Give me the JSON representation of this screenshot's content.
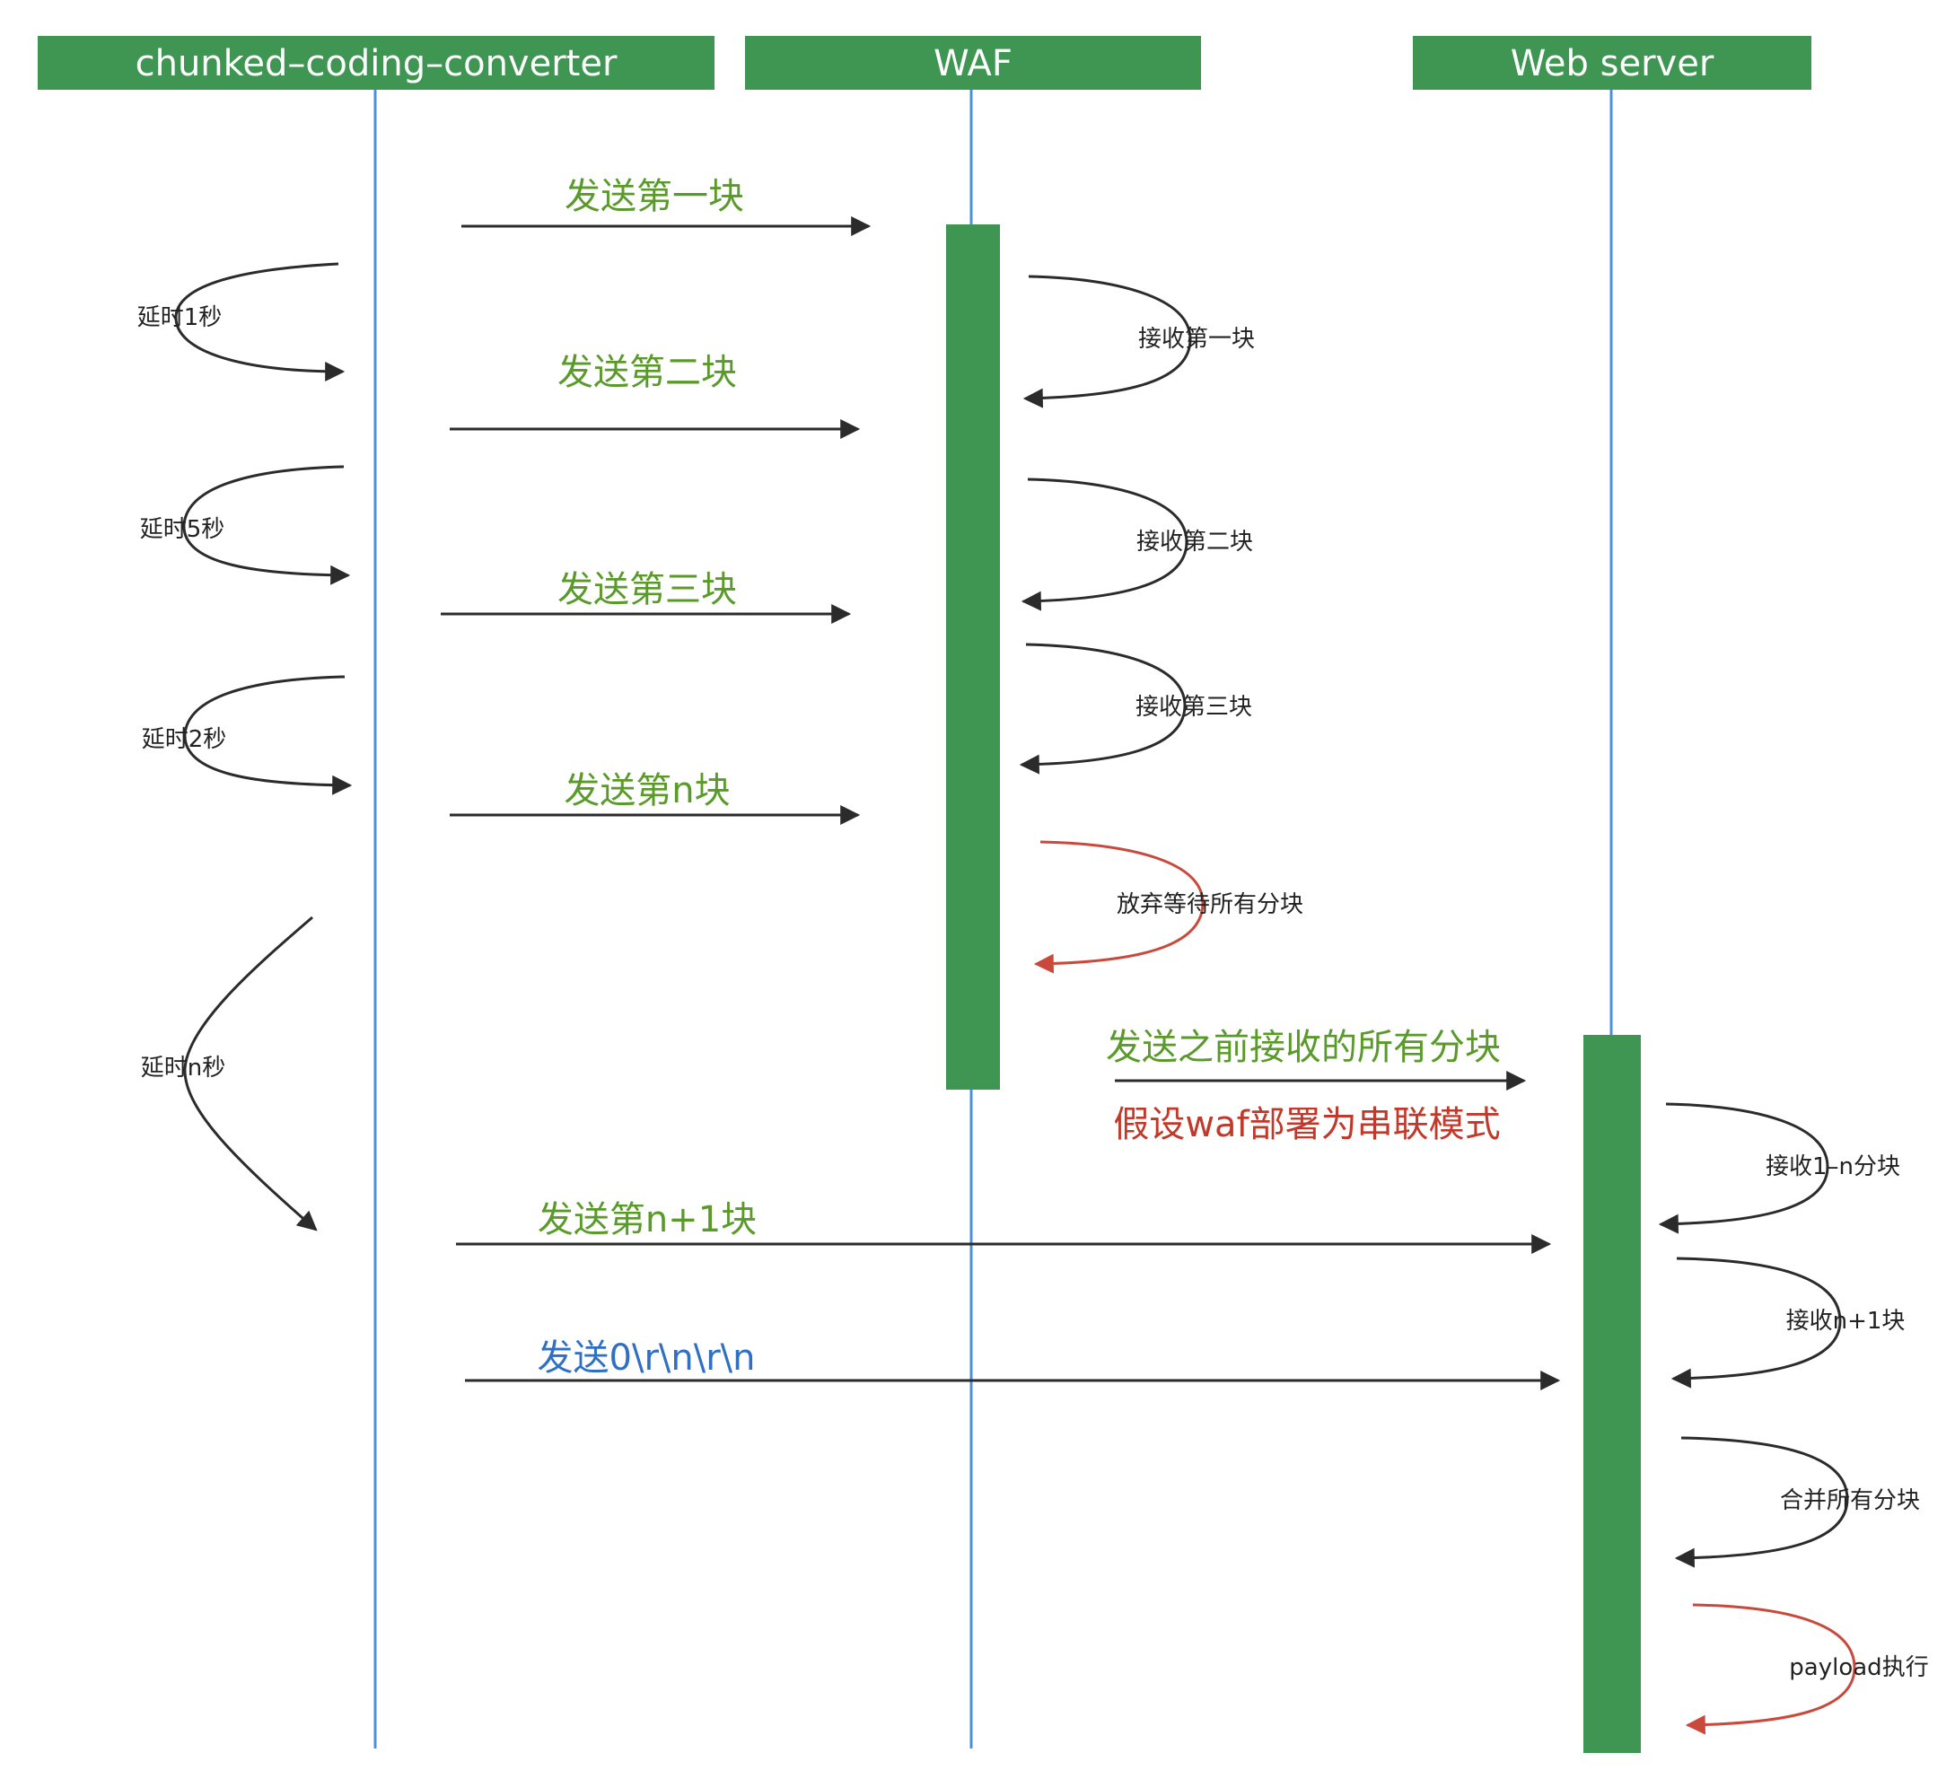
{
  "participants": [
    {
      "label": "chunked–coding–converter"
    },
    {
      "label": "WAF"
    },
    {
      "label": "Web server"
    }
  ],
  "colors": {
    "header_fill": "#3f9652",
    "activation_fill": "#3f9652",
    "lifeline": "#4a90e2",
    "message_green": "#5a9a2a",
    "message_blue": "#2f6fc4",
    "note_red": "#c0392b",
    "arrow": "#2b2b2b"
  },
  "messages": {
    "send_first": "发送第一块",
    "send_second": "发送第二块",
    "send_third": "发送第三块",
    "send_n": "发送第n块",
    "send_all_received": "发送之前接收的所有分块",
    "serial_mode_note": "假设waf部署为串联模式",
    "send_n_plus_1": "发送第n+1块",
    "send_terminator": "发送0\\r\\n\\r\\n"
  },
  "delays": {
    "delay_1": "延时1秒",
    "delay_5": "延时5秒",
    "delay_2": "延时2秒",
    "delay_n": "延时n秒"
  },
  "waf_steps": {
    "recv_first": "接收第一块",
    "recv_second": "接收第二块",
    "recv_third": "接收第三块",
    "give_up": "放弃等待所有分块"
  },
  "server_steps": {
    "recv_1_n": "接收1–n分块",
    "recv_n_plus_1": "接收n+1块",
    "merge": "合并所有分块",
    "payload_exec": "payload执行"
  }
}
